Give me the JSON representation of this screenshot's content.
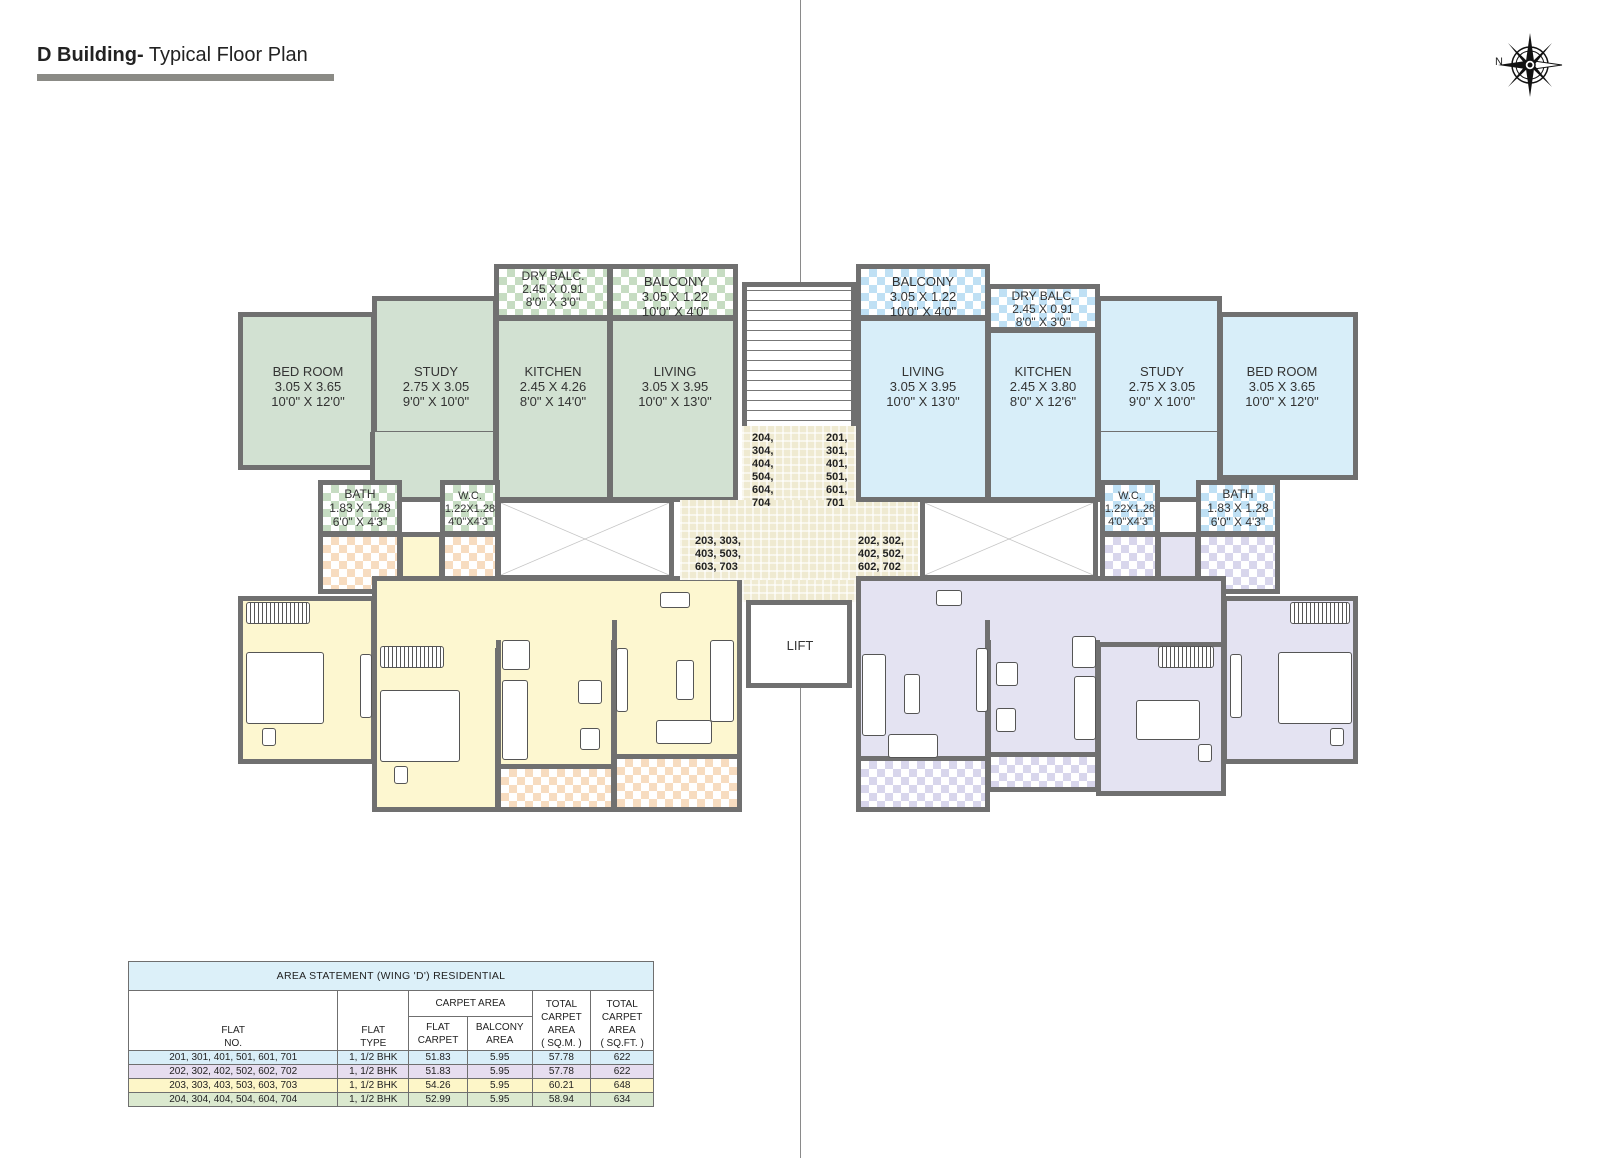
{
  "header": {
    "title_bold": "D Building-",
    "title_rest": " Typical Floor Plan"
  },
  "compass": {
    "label": "N",
    "icon": "compass-rose-icon"
  },
  "core": {
    "lift_label": "LIFT",
    "flats_top_left": "204,\n304,\n404,\n504,\n604,\n704",
    "flats_top_right": "201,\n301,\n401,\n501,\n601,\n701",
    "flats_bottom_left": "203, 303,\n403, 503,\n603, 703",
    "flats_bottom_right": "202, 302,\n402, 502,\n602, 702"
  },
  "rooms": {
    "left_flat": [
      {
        "name": "BED ROOM",
        "metric": "3.05 X 3.65",
        "imperial": "10'0\" X 12'0\""
      },
      {
        "name": "STUDY",
        "metric": "2.75 X 3.05",
        "imperial": "9'0\" X 10'0\""
      },
      {
        "name": "KITCHEN",
        "metric": "2.45 X 4.26",
        "imperial": "8'0\" X 14'0\""
      },
      {
        "name": "LIVING",
        "metric": "3.05 X 3.95",
        "imperial": "10'0\" X 13'0\""
      },
      {
        "name": "DRY BALC.",
        "metric": "2.45 X 0.91",
        "imperial": "8'0\" X 3'0\""
      },
      {
        "name": "BALCONY",
        "metric": "3.05 X 1.22",
        "imperial": "10'0\" X 4'0\""
      },
      {
        "name": "BATH",
        "metric": "1.83 X 1.28",
        "imperial": "6'0\" X 4'3\""
      },
      {
        "name": "W.C.",
        "metric": "1.22X1.28",
        "imperial": "4'0\"X4'3\""
      }
    ],
    "right_flat": [
      {
        "name": "BALCONY",
        "metric": "3.05 X 1.22",
        "imperial": "10'0\" X 4'0\""
      },
      {
        "name": "DRY BALC.",
        "metric": "2.45 X 0.91",
        "imperial": "8'0\" X 3'0\""
      },
      {
        "name": "LIVING",
        "metric": "3.05 X 3.95",
        "imperial": "10'0\" X 13'0\""
      },
      {
        "name": "KITCHEN",
        "metric": "2.45 X 3.80",
        "imperial": "8'0\" X 12'6\""
      },
      {
        "name": "STUDY",
        "metric": "2.75 X 3.05",
        "imperial": "9'0\" X 10'0\""
      },
      {
        "name": "BED ROOM",
        "metric": "3.05 X 3.65",
        "imperial": "10'0\" X 12'0\""
      },
      {
        "name": "W.C.",
        "metric": "1.22X1.28",
        "imperial": "4'0\"X4'3\""
      },
      {
        "name": "BATH",
        "metric": "1.83 X 1.28",
        "imperial": "6'0\" X 4'3\""
      }
    ]
  },
  "area_table": {
    "title": "AREA STATEMENT (WING 'D') RESIDENTIAL",
    "headers": {
      "flat_no": "FLAT\nNO.",
      "flat_type": "FLAT\nTYPE",
      "carpet_area": "CARPET AREA",
      "flat_carpet": "FLAT\nCARPET",
      "balcony_area": "BALCONY\nAREA",
      "total_sqm": "TOTAL\nCARPET\nAREA\n( SQ.M. )",
      "total_sqft": "TOTAL\nCARPET\nAREA\n( SQ.FT. )"
    },
    "rows": [
      {
        "flat_no": "201, 301, 401, 501, 601, 701",
        "type": "1, 1/2 BHK",
        "flat_carpet": "51.83",
        "balcony": "5.95",
        "total_sqm": "57.78",
        "total_sqft": "622",
        "color": "#d9eef8"
      },
      {
        "flat_no": "202, 302, 402, 502, 602, 702",
        "type": "1, 1/2 BHK",
        "flat_carpet": "51.83",
        "balcony": "5.95",
        "total_sqm": "57.78",
        "total_sqft": "622",
        "color": "#e6ddef"
      },
      {
        "flat_no": "203, 303, 403, 503, 603, 703",
        "type": "1, 1/2 BHK",
        "flat_carpet": "54.26",
        "balcony": "5.95",
        "total_sqm": "60.21",
        "total_sqft": "648",
        "color": "#fdf6c8"
      },
      {
        "flat_no": "204, 304, 404, 504, 604, 704",
        "type": "1, 1/2 BHK",
        "flat_carpet": "52.99",
        "balcony": "5.95",
        "total_sqm": "58.94",
        "total_sqft": "634",
        "color": "#dbe9cf"
      }
    ]
  },
  "colors": {
    "flat_204": "#d2e1d2",
    "flat_201": "#d8eef9",
    "flat_203": "#fdf7d0",
    "flat_202": "#e4e3f2",
    "wall": "#707070",
    "title_bar": "#8b8b86"
  }
}
